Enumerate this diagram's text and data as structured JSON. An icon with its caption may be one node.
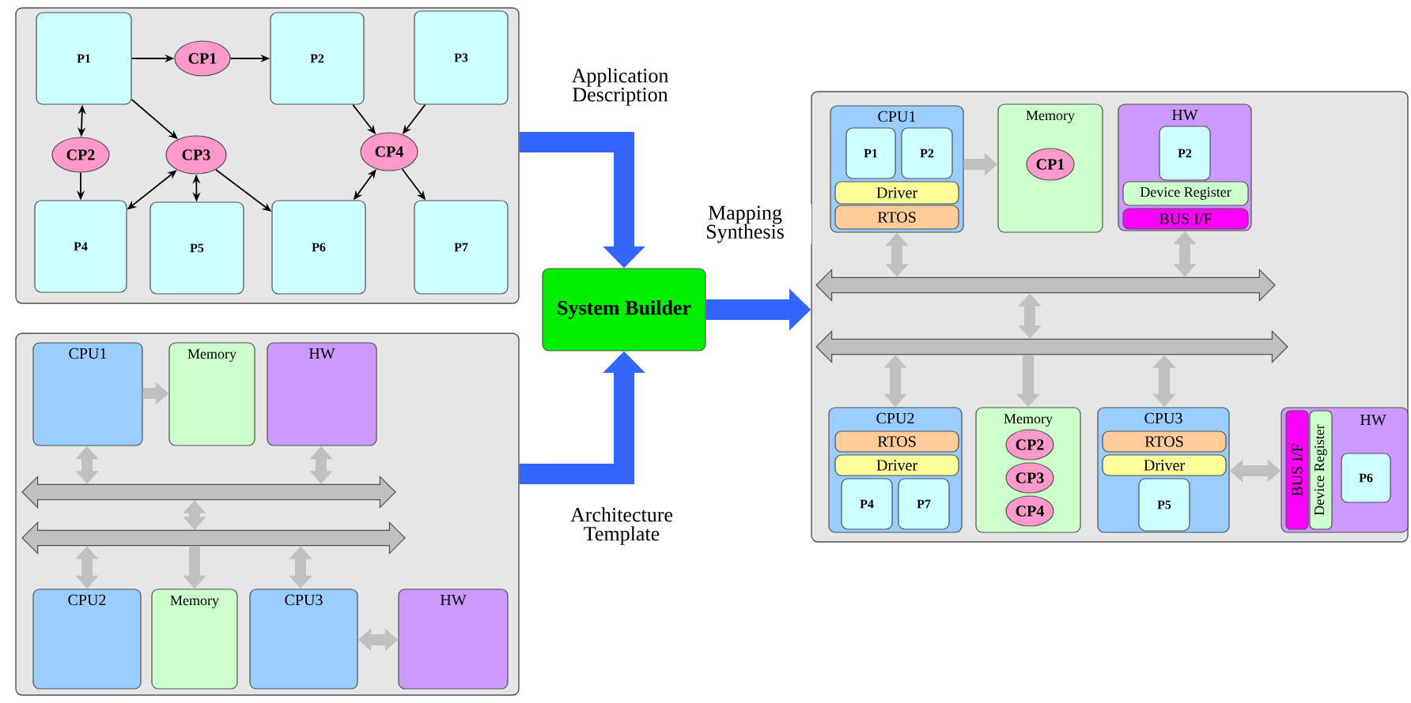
{
  "diagram": {
    "nodes": [
      {
        "text": [],
        "shape": "box"
      },
      {
        "text": [
          "P1"
        ],
        "in": 0
      },
      {
        "text": [
          "CP1"
        ],
        "in": 0
      },
      {
        "text": [
          "P2"
        ],
        "in": 0
      },
      {
        "text": [
          "P3"
        ],
        "in": 0
      },
      {
        "text": [
          "CP2"
        ],
        "in": 0
      },
      {
        "text": [
          "CP3"
        ],
        "in": 0
      },
      {
        "text": [
          "CP4"
        ],
        "in": 0
      },
      {
        "text": [
          "P4"
        ],
        "in": 0
      },
      {
        "text": [
          "P5"
        ],
        "in": 0
      },
      {
        "text": [
          "P6"
        ],
        "in": 0
      },
      {
        "text": [
          "P7"
        ],
        "in": 0
      },
      {
        "text": [],
        "shape": "box"
      },
      {
        "text": [
          "CPU1"
        ],
        "in": 12
      },
      {
        "text": [
          "Memory"
        ],
        "in": 12
      },
      {
        "text": [
          "HW"
        ],
        "in": 12
      },
      {
        "text": [],
        "shape": "bar",
        "in": 12
      },
      {
        "text": [],
        "shape": "bar",
        "in": 12
      },
      {
        "text": [
          "CPU2"
        ],
        "in": 12
      },
      {
        "text": [
          "Memory"
        ],
        "in": 12
      },
      {
        "text": [
          "CPU3"
        ],
        "in": 12
      },
      {
        "text": [
          "HW"
        ],
        "in": 12
      },
      {
        "text": [
          "System Builder"
        ]
      },
      {
        "text": [],
        "shape": "box"
      },
      {
        "text": [
          "CPU1"
        ],
        "in": 23
      },
      {
        "text": [
          "P1"
        ],
        "in": 24
      },
      {
        "text": [
          "P2"
        ],
        "in": 24
      },
      {
        "text": [
          "Driver"
        ],
        "in": 24
      },
      {
        "text": [
          "RTOS"
        ],
        "in": 24
      },
      {
        "text": [
          "Memory"
        ],
        "in": 23
      },
      {
        "text": [
          "CP1"
        ],
        "in": 29
      },
      {
        "text": [
          "HW"
        ],
        "in": 23
      },
      {
        "text": [
          "P2"
        ],
        "in": 31
      },
      {
        "text": [
          "Device Register"
        ],
        "in": 31
      },
      {
        "text": [
          "BUS I/F"
        ],
        "in": 31
      },
      {
        "text": [],
        "shape": "bar",
        "in": 23
      },
      {
        "text": [],
        "shape": "bar",
        "in": 23
      },
      {
        "text": [
          "CPU2"
        ],
        "in": 23
      },
      {
        "text": [
          "RTOS"
        ],
        "in": 37
      },
      {
        "text": [
          "Driver"
        ],
        "in": 37
      },
      {
        "text": [
          "P4"
        ],
        "in": 37
      },
      {
        "text": [
          "P7"
        ],
        "in": 37
      },
      {
        "text": [
          "Memory"
        ],
        "in": 23
      },
      {
        "text": [
          "CP2"
        ],
        "in": 42
      },
      {
        "text": [
          "CP3"
        ],
        "in": 42
      },
      {
        "text": [
          "CP4"
        ],
        "in": 42
      },
      {
        "text": [
          "CPU3"
        ],
        "in": 23
      },
      {
        "text": [
          "RTOS"
        ],
        "in": 46
      },
      {
        "text": [
          "Driver"
        ],
        "in": 46
      },
      {
        "text": [
          "P5"
        ],
        "in": 46
      },
      {
        "text": [
          "HW"
        ],
        "in": 23
      },
      {
        "text": [
          "BUS I/F"
        ],
        "in": 50
      },
      {
        "text": [
          "Device Register"
        ],
        "in": 50
      },
      {
        "text": [
          "P6"
        ],
        "in": 50
      }
    ],
    "edges": [
      {
        "from": 1,
        "to": 2,
        "arrow": "to",
        "color": "#000000"
      },
      {
        "from": 2,
        "to": 3,
        "arrow": "to",
        "color": "#000000"
      },
      {
        "from": 1,
        "to": 5,
        "arrow": "both",
        "color": "#000000"
      },
      {
        "from": 5,
        "to": 8,
        "arrow": "to",
        "color": "#000000"
      },
      {
        "from": 1,
        "to": 6,
        "arrow": "to",
        "color": "#000000"
      },
      {
        "from": 6,
        "to": 8,
        "arrow": "both",
        "color": "#000000"
      },
      {
        "from": 6,
        "to": 9,
        "arrow": "both",
        "color": "#000000"
      },
      {
        "from": 6,
        "to": 10,
        "arrow": "to",
        "color": "#000000"
      },
      {
        "from": 3,
        "to": 7,
        "arrow": "to",
        "color": "#000000"
      },
      {
        "from": 4,
        "to": 7,
        "arrow": "to",
        "color": "#000000"
      },
      {
        "from": 7,
        "to": 10,
        "arrow": "both",
        "color": "#000000"
      },
      {
        "from": 7,
        "to": 11,
        "arrow": "to",
        "color": "#000000"
      },
      {
        "from": 13,
        "to": 14,
        "arrow": "to",
        "color": "#c0c0c0"
      },
      {
        "from": 13,
        "to": 16,
        "arrow": "both",
        "color": "#c0c0c0"
      },
      {
        "from": 15,
        "to": 16,
        "arrow": "both",
        "color": "#c0c0c0"
      },
      {
        "from": 16,
        "to": 17,
        "arrow": "both",
        "color": "#c0c0c0"
      },
      {
        "from": 17,
        "to": 18,
        "arrow": "both",
        "color": "#c0c0c0"
      },
      {
        "from": 17,
        "to": 19,
        "arrow": "to",
        "color": "#c0c0c0"
      },
      {
        "from": 17,
        "to": 20,
        "arrow": "both",
        "color": "#c0c0c0"
      },
      {
        "from": 20,
        "to": 21,
        "arrow": "both",
        "color": "#c0c0c0"
      },
      {
        "from": 0,
        "to": 22,
        "arrow": "to",
        "label": "Application Description",
        "style": "thick",
        "color": "#3366ff"
      },
      {
        "from": 12,
        "to": 22,
        "arrow": "to",
        "label": "Architecture Template",
        "style": "thick",
        "color": "#3366ff"
      },
      {
        "from": 22,
        "to": 23,
        "arrow": "to",
        "label": "Mapping Synthesis",
        "style": "thick",
        "color": "#3366ff"
      },
      {
        "from": 24,
        "to": 29,
        "arrow": "to",
        "color": "#c0c0c0"
      },
      {
        "from": 24,
        "to": 35,
        "arrow": "both",
        "color": "#c0c0c0"
      },
      {
        "from": 31,
        "to": 35,
        "arrow": "both",
        "color": "#c0c0c0"
      },
      {
        "from": 35,
        "to": 36,
        "arrow": "both",
        "color": "#c0c0c0"
      },
      {
        "from": 36,
        "to": 37,
        "arrow": "both",
        "color": "#c0c0c0"
      },
      {
        "from": 36,
        "to": 42,
        "arrow": "to",
        "color": "#c0c0c0"
      },
      {
        "from": 36,
        "to": 46,
        "arrow": "both",
        "color": "#c0c0c0"
      },
      {
        "from": 46,
        "to": 50,
        "arrow": "both",
        "color": "#c0c0c0"
      }
    ]
  }
}
